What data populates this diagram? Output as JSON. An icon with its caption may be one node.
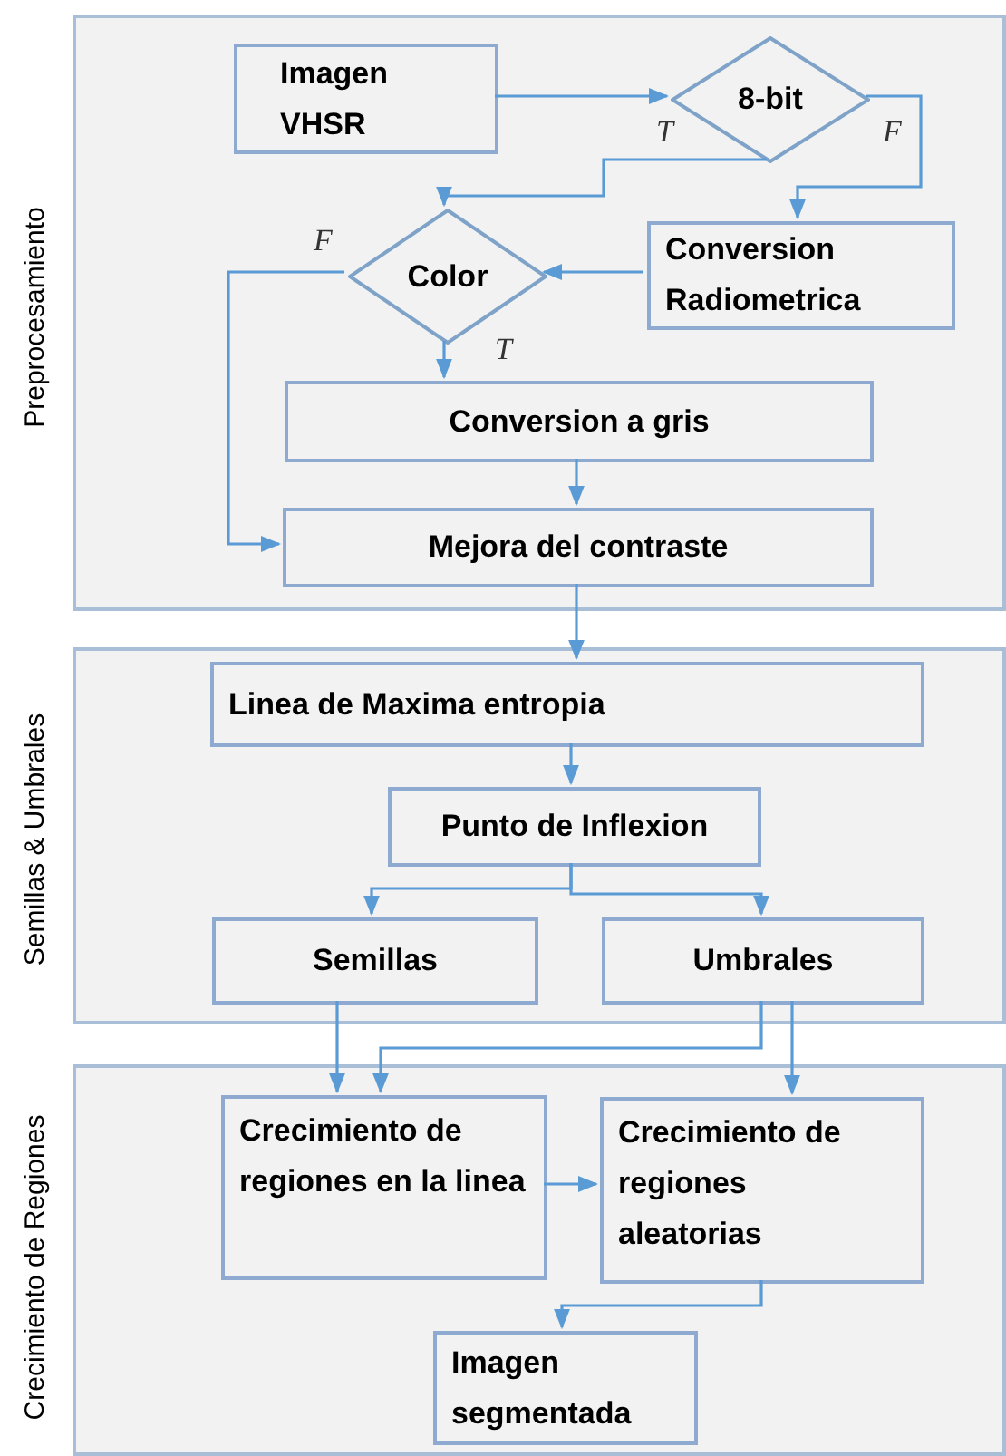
{
  "diagram": {
    "nodes": [
      {
        "text": [
          "Preprocesamiento"
        ]
      },
      {
        "text": [
          "Imagen VHSR"
        ],
        "in": 0
      },
      {
        "text": [
          "8-bit"
        ],
        "in": 0
      },
      {
        "text": [
          "Color"
        ],
        "in": 0
      },
      {
        "text": [
          "Conversion Radiometrica"
        ],
        "in": 0
      },
      {
        "text": [
          "Conversion a gris"
        ],
        "in": 0
      },
      {
        "text": [
          "Mejora del contraste"
        ],
        "in": 0
      },
      {
        "text": [
          "Semillas & Umbrales"
        ]
      },
      {
        "text": [
          "Linea de Maxima entropia"
        ],
        "in": 7
      },
      {
        "text": [
          "Punto de Inflexion"
        ],
        "in": 7
      },
      {
        "text": [
          "Semillas"
        ],
        "in": 7
      },
      {
        "text": [
          "Umbrales"
        ],
        "in": 7
      },
      {
        "text": [
          "Crecimiento de Regiones"
        ]
      },
      {
        "text": [
          "Crecimiento de regiones en la linea"
        ],
        "in": 12
      },
      {
        "text": [
          "Crecimiento de regiones aleatorias"
        ],
        "in": 12
      },
      {
        "text": [
          "Imagen segmentada"
        ],
        "in": 12
      }
    ],
    "edges": [
      {
        "from": 1,
        "to": 2,
        "arrow": "to"
      },
      {
        "from": 2,
        "to": 3,
        "arrow": "to",
        "label": "T"
      },
      {
        "from": 2,
        "to": 4,
        "arrow": "to",
        "label": "F"
      },
      {
        "from": 4,
        "to": 3,
        "arrow": "to"
      },
      {
        "from": 3,
        "to": 6,
        "arrow": "to",
        "label": "F"
      },
      {
        "from": 3,
        "to": 5,
        "arrow": "to",
        "label": "T"
      },
      {
        "from": 5,
        "to": 6,
        "arrow": "to"
      },
      {
        "from": 6,
        "to": 8,
        "arrow": "to"
      },
      {
        "from": 8,
        "to": 9,
        "arrow": "to"
      },
      {
        "from": 9,
        "to": 10,
        "arrow": "to"
      },
      {
        "from": 9,
        "to": 11,
        "arrow": "to"
      },
      {
        "from": 10,
        "to": 13,
        "arrow": "to"
      },
      {
        "from": 11,
        "to": 13,
        "arrow": "to"
      },
      {
        "from": 11,
        "to": 14,
        "arrow": "to"
      },
      {
        "from": 13,
        "to": 14,
        "arrow": "to"
      },
      {
        "from": 14,
        "to": 15,
        "arrow": "to"
      }
    ]
  }
}
